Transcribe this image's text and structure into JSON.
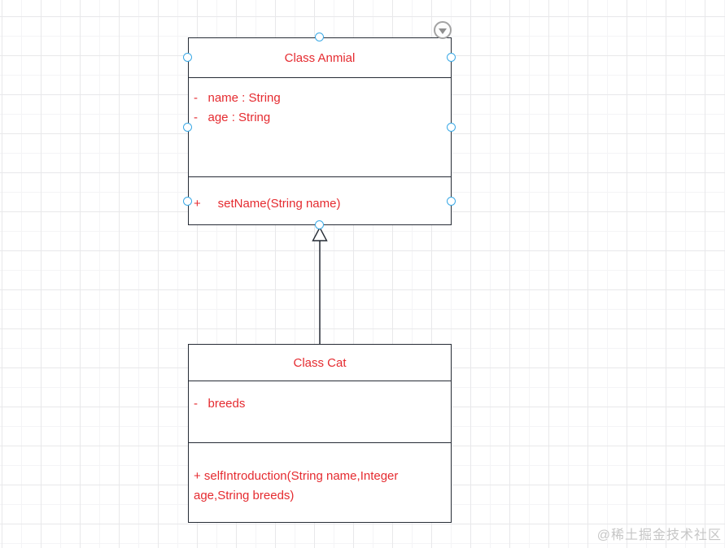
{
  "canvas": {
    "watermark": "@稀土掘金技术社区"
  },
  "colors": {
    "shape_border": "#252b35",
    "member_text_red": "#e52b30",
    "selection_handle_blue": "#3aa9e6",
    "grid_major": "#e8e8ea",
    "grid_minor": "#f4f4f6",
    "watermark_gray": "#c6c6c6"
  },
  "diagram": {
    "relationship": "inheritance (Class Cat extends Class Anmial)",
    "classes": [
      {
        "title": "Class Anmial",
        "attributes": [
          "-   name : String",
          "-   age : String"
        ],
        "methods": [
          "+     setName(String name)"
        ]
      },
      {
        "title": "Class Cat",
        "attributes": [
          "-   breeds"
        ],
        "methods": [
          "+ selfIntroduction(String name,Integer age,String breeds)"
        ]
      }
    ]
  },
  "controls": {
    "collapse_icon": "chevron-down-in-circle"
  }
}
